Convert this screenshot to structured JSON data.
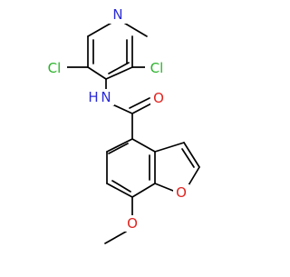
{
  "molecule": {
    "atom_labels": {
      "pyridine_n": "N",
      "cl_left": "Cl",
      "cl_right": "Cl",
      "amide_nh": "N",
      "amide_h": "H",
      "carbonyl_o": "O",
      "furan_o": "O",
      "methoxy_o": "O"
    },
    "colors": {
      "bond": "#000000",
      "nitrogen": "#2b2bd6",
      "oxygen": "#e0241f",
      "chlorine": "#2cb32c"
    }
  }
}
